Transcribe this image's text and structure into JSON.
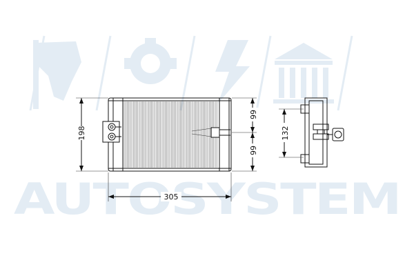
{
  "watermark": {
    "text": "AUTOSYSTEM",
    "color": "#e3ecf4"
  },
  "dimensions": {
    "height": "198",
    "width": "305",
    "upper_tube_offset": "99",
    "lower_tube_offset": "99",
    "side_height": "132"
  },
  "colors": {
    "line": "#111111",
    "watermark": "#e3ecf4"
  }
}
